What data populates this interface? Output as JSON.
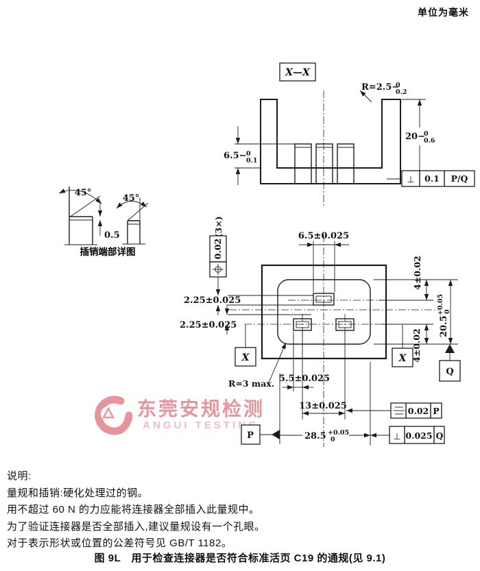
{
  "unit_note": "单位为毫米",
  "colors": {
    "line": "#1b1b1b",
    "watermark_pink": "#e7959d",
    "watermark_pink_light": "#f0bcbf"
  },
  "section_view": {
    "title": "X—X",
    "radius_label": {
      "main": "R=2.5−",
      "upper": "0",
      "lower": "0.2"
    },
    "depth_dim": {
      "main": "20−",
      "upper": "0",
      "lower": "0.6"
    },
    "pin_height_dim": {
      "main": "6.5−",
      "upper": "0",
      "lower": "0.1"
    },
    "fcf_perp_top": {
      "symbol": "⊥",
      "value": "0.1",
      "datum": "P/Q"
    }
  },
  "pin_detail": {
    "angle_left": "45°",
    "angle_right": "45°",
    "chamfer_dim": "0.5",
    "caption": "插销端部详图"
  },
  "plan_view": {
    "count_note": "(3×)",
    "fcf_position": {
      "symbol_icon": "position-target",
      "value": "0.02"
    },
    "dim_top_slot": "6.5±0.025",
    "dim_offset_upper": "2.25±0.025",
    "dim_offset_lower": "2.25±0.025",
    "dim_right_upper": "4±0.02",
    "dim_right_lower": "4±0.02",
    "dim_cavity_height": {
      "main": "20.5",
      "upper": "+0.05",
      "lower": "0"
    },
    "section_mark_left": "X",
    "section_mark_right": "X",
    "corner_radius_note": "R=3 max.",
    "dim_slot_bottom": "5.5±0.025",
    "dim_bottom_slots": "13±0.025",
    "fcf_symmetry": {
      "symbol_icon": "symmetry-bars",
      "value": "0.02",
      "datum": "P"
    },
    "dim_cavity_width": {
      "main": "28.5",
      "upper": "+0.05",
      "lower": "0"
    },
    "fcf_perp_bottom": {
      "symbol": "⊥",
      "value": "0.025",
      "datum": "Q"
    },
    "datum_p": "P",
    "datum_q": "Q"
  },
  "watermark": {
    "cn": "东莞安规检测",
    "en": "ANGUI TESTING"
  },
  "notes": {
    "heading": "说明:",
    "lines": [
      "量规和插销:硬化处理过的钢。",
      "用不超过 60 N 的力应能将连接器全部插入此量规中。",
      "为了验证连接器是否全部插入,建议量规设有一个孔眼。",
      "对于表示形状或位置的公差符号见 GB/T 1182。"
    ]
  },
  "caption": "图 9L　用于检查连接器是否符合标准活页 C19 的通规(见 9.1)"
}
